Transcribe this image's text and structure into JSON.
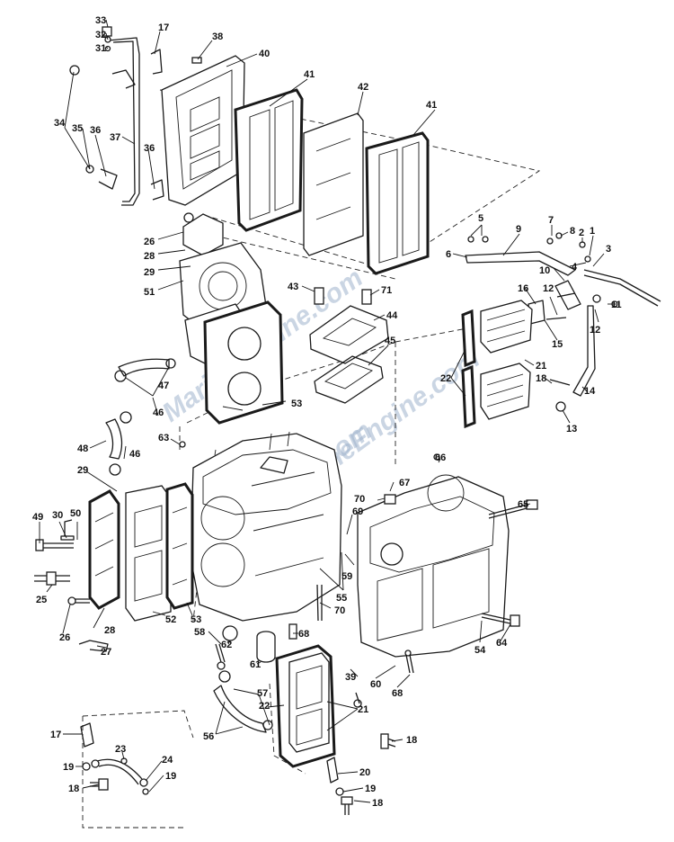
{
  "watermarks": [
    "MarineEngine.com",
    "MarineEngine.com",
    "MarineEngine.com"
  ],
  "callouts": [
    {
      "id": "33",
      "label": "33"
    },
    {
      "id": "32",
      "label": "32"
    },
    {
      "id": "31",
      "label": "31"
    },
    {
      "id": "17a",
      "label": "17"
    },
    {
      "id": "38",
      "label": "38"
    },
    {
      "id": "40",
      "label": "40"
    },
    {
      "id": "34",
      "label": "34"
    },
    {
      "id": "35",
      "label": "35"
    },
    {
      "id": "36a",
      "label": "36"
    },
    {
      "id": "37",
      "label": "37"
    },
    {
      "id": "36b",
      "label": "36"
    },
    {
      "id": "41a",
      "label": "41"
    },
    {
      "id": "42",
      "label": "42"
    },
    {
      "id": "41b",
      "label": "41"
    },
    {
      "id": "26a",
      "label": "26"
    },
    {
      "id": "28a",
      "label": "28"
    },
    {
      "id": "29a",
      "label": "29"
    },
    {
      "id": "51",
      "label": "51"
    },
    {
      "id": "5",
      "label": "5"
    },
    {
      "id": "6",
      "label": "6"
    },
    {
      "id": "9",
      "label": "9"
    },
    {
      "id": "7",
      "label": "7"
    },
    {
      "id": "8",
      "label": "8"
    },
    {
      "id": "2",
      "label": "2"
    },
    {
      "id": "1",
      "label": "1"
    },
    {
      "id": "3",
      "label": "3"
    },
    {
      "id": "4",
      "label": "4"
    },
    {
      "id": "10",
      "label": "10"
    },
    {
      "id": "43",
      "label": "43"
    },
    {
      "id": "71",
      "label": "71"
    },
    {
      "id": "44",
      "label": "44"
    },
    {
      "id": "16",
      "label": "16"
    },
    {
      "id": "12a",
      "label": "12"
    },
    {
      "id": "11",
      "label": "11"
    },
    {
      "id": "12b",
      "label": "12"
    },
    {
      "id": "15",
      "label": "15"
    },
    {
      "id": "45",
      "label": "45"
    },
    {
      "id": "47",
      "label": "47"
    },
    {
      "id": "46a",
      "label": "46"
    },
    {
      "id": "53a",
      "label": "53"
    },
    {
      "id": "22a",
      "label": "22"
    },
    {
      "id": "21a",
      "label": "21"
    },
    {
      "id": "18a",
      "label": "18"
    },
    {
      "id": "14",
      "label": "14"
    },
    {
      "id": "13",
      "label": "13"
    },
    {
      "id": "63",
      "label": "63"
    },
    {
      "id": "48",
      "label": "48"
    },
    {
      "id": "46b",
      "label": "46"
    },
    {
      "id": "66",
      "label": "66"
    },
    {
      "id": "29b",
      "label": "29"
    },
    {
      "id": "67",
      "label": "67"
    },
    {
      "id": "70a",
      "label": "70"
    },
    {
      "id": "65",
      "label": "65"
    },
    {
      "id": "49",
      "label": "49"
    },
    {
      "id": "30",
      "label": "30"
    },
    {
      "id": "50",
      "label": "50"
    },
    {
      "id": "69",
      "label": "69"
    },
    {
      "id": "25",
      "label": "25"
    },
    {
      "id": "59",
      "label": "59"
    },
    {
      "id": "55",
      "label": "55"
    },
    {
      "id": "70b",
      "label": "70"
    },
    {
      "id": "26b",
      "label": "26"
    },
    {
      "id": "28b",
      "label": "28"
    },
    {
      "id": "52",
      "label": "52"
    },
    {
      "id": "53b",
      "label": "53"
    },
    {
      "id": "27",
      "label": "27"
    },
    {
      "id": "58",
      "label": "58"
    },
    {
      "id": "62",
      "label": "62"
    },
    {
      "id": "68a",
      "label": "68"
    },
    {
      "id": "54",
      "label": "54"
    },
    {
      "id": "64",
      "label": "64"
    },
    {
      "id": "61",
      "label": "61"
    },
    {
      "id": "39",
      "label": "39"
    },
    {
      "id": "60",
      "label": "60"
    },
    {
      "id": "68b",
      "label": "68"
    },
    {
      "id": "57",
      "label": "57"
    },
    {
      "id": "22b",
      "label": "22"
    },
    {
      "id": "21b",
      "label": "21"
    },
    {
      "id": "56",
      "label": "56"
    },
    {
      "id": "17b",
      "label": "17"
    },
    {
      "id": "18b",
      "label": "18"
    },
    {
      "id": "23",
      "label": "23"
    },
    {
      "id": "24",
      "label": "24"
    },
    {
      "id": "19a",
      "label": "19"
    },
    {
      "id": "19b",
      "label": "19"
    },
    {
      "id": "18c",
      "label": "18"
    },
    {
      "id": "20",
      "label": "20"
    },
    {
      "id": "19c",
      "label": "19"
    },
    {
      "id": "18d",
      "label": "18"
    }
  ]
}
